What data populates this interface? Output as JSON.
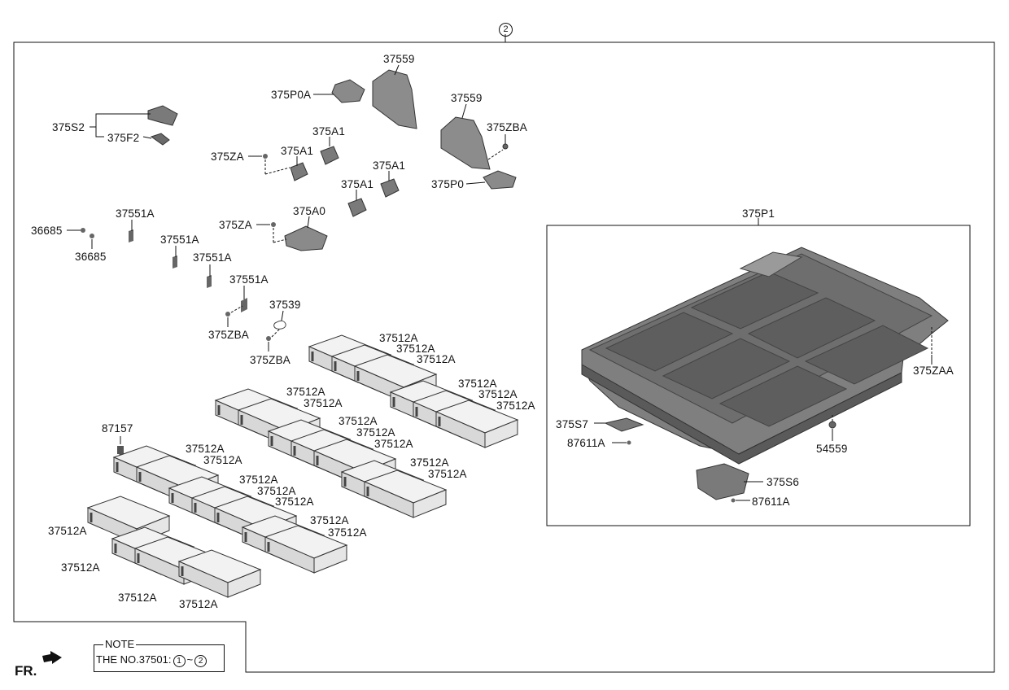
{
  "header": {
    "circled_ref": "2"
  },
  "labels": {
    "p37559a": "37559",
    "p375p0a": "375P0A",
    "p37559b": "37559",
    "p375zba_top": "375ZBA",
    "p375p0": "375P0",
    "p375s2": "375S2",
    "p375f2": "375F2",
    "p375a1_a": "375A1",
    "p375za_a": "375ZA",
    "p375a1_b": "375A1",
    "p375a1_c": "375A1",
    "p375a1_d": "375A1",
    "p375za_b": "375ZA",
    "p375a0": "375A0",
    "p37551a_a": "37551A",
    "p36685a": "36685",
    "p36685b": "36685",
    "p37551a_b": "37551A",
    "p37551a_c": "37551A",
    "p37551a_d": "37551A",
    "p37539": "37539",
    "p375zba_a": "375ZBA",
    "p375zba_b": "375ZBA",
    "p375p1": "375P1",
    "p375zaa": "375ZAA",
    "p375s7": "375S7",
    "p87611a_a": "87611A",
    "p54559": "54559",
    "p375s6": "375S6",
    "p87611a_b": "87611A",
    "p87157": "87157",
    "module": "37512A"
  },
  "note": {
    "title": "NOTE",
    "text": "THE NO.37501:",
    "from_ref": "1",
    "tilde": "~",
    "to_ref": "2"
  },
  "direction": {
    "label": "FR."
  },
  "colors": {
    "line": "#111111",
    "part_fill": "#8a8a8a",
    "part_dark": "#5c5c5c",
    "tray_fill": "#7a7a7a"
  }
}
